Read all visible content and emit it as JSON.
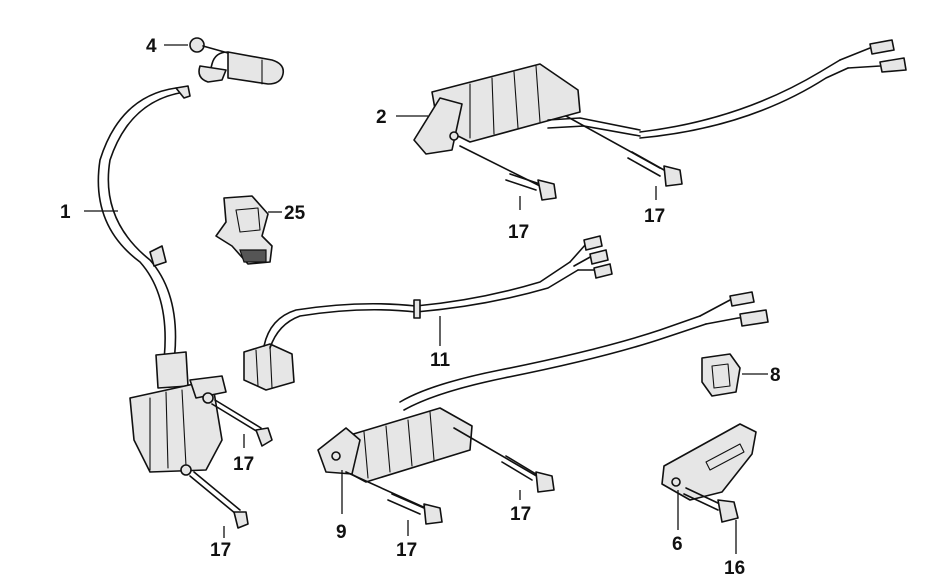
{
  "diagram": {
    "callouts": [
      {
        "id": "c1",
        "label": "1"
      },
      {
        "id": "c2",
        "label": "2"
      },
      {
        "id": "c4",
        "label": "4"
      },
      {
        "id": "c25",
        "label": "25"
      },
      {
        "id": "c17a",
        "label": "17"
      },
      {
        "id": "c17b",
        "label": "17"
      },
      {
        "id": "c11",
        "label": "11"
      },
      {
        "id": "c8",
        "label": "8"
      },
      {
        "id": "c17c",
        "label": "17"
      },
      {
        "id": "c17d",
        "label": "17"
      },
      {
        "id": "c9",
        "label": "9"
      },
      {
        "id": "c17e",
        "label": "17"
      },
      {
        "id": "c6",
        "label": "6"
      },
      {
        "id": "c16",
        "label": "16"
      },
      {
        "id": "c17f",
        "label": "17"
      }
    ]
  }
}
